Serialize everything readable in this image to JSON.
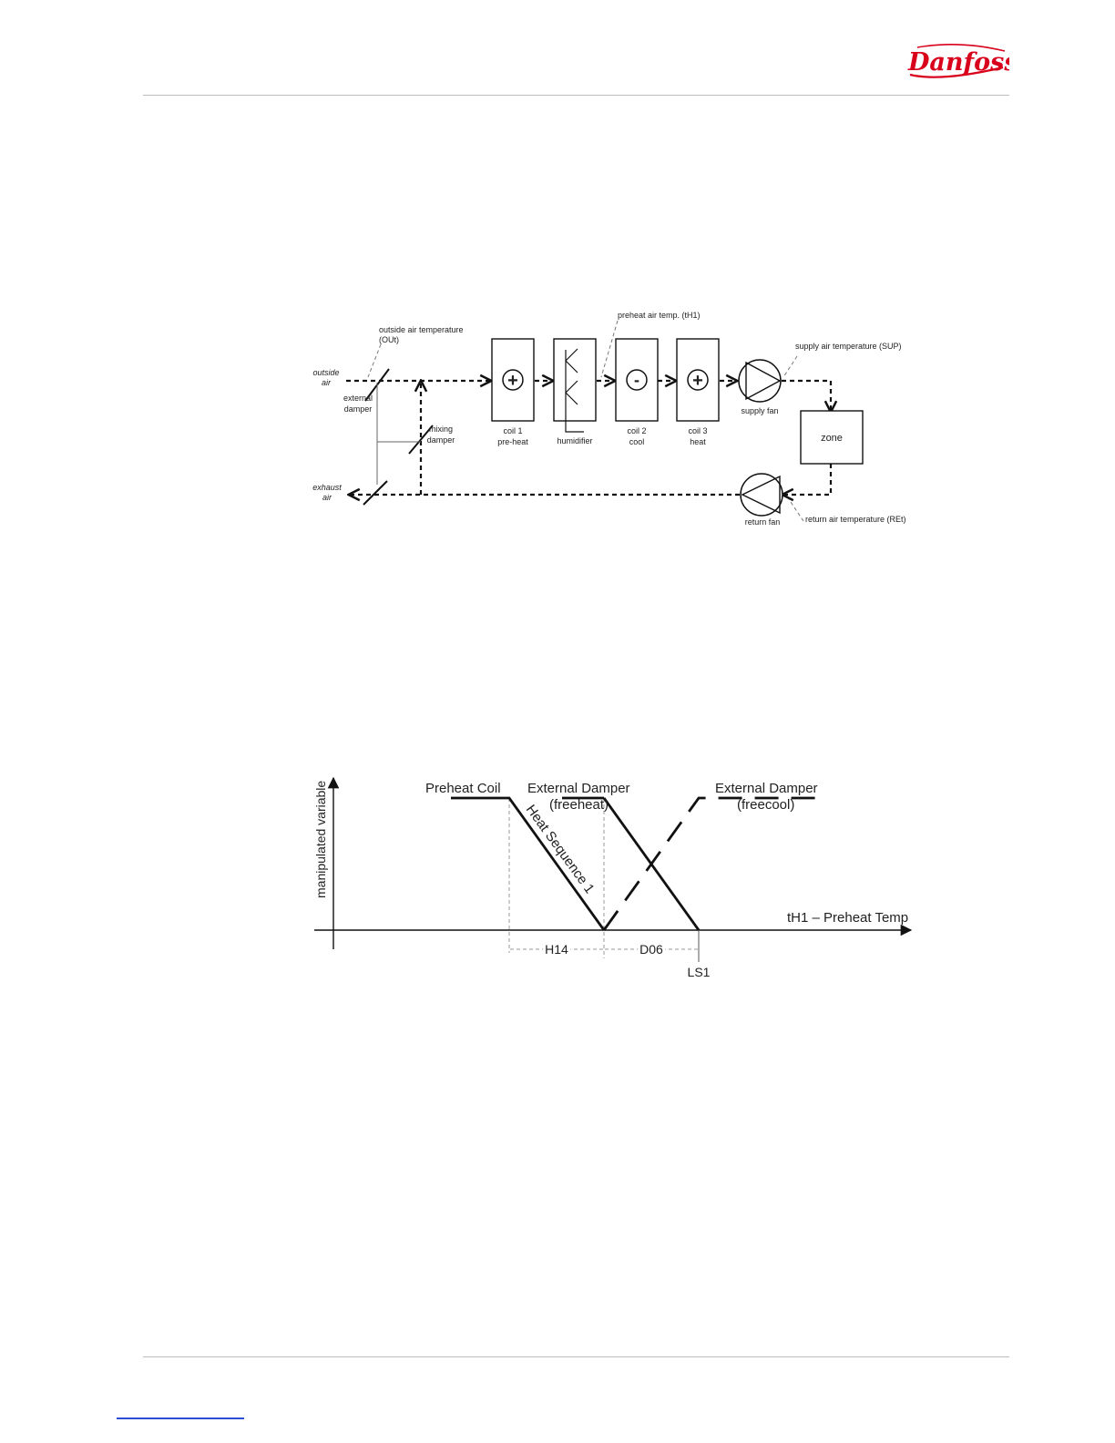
{
  "header": {
    "brand": "Danfoss",
    "brand_color": "#d9001b"
  },
  "diagram": {
    "outside_air": [
      "outside",
      "air"
    ],
    "exhaust_air": [
      "exhaust",
      "air"
    ],
    "outside_temp": [
      "outside air temperature",
      "(OUt)"
    ],
    "external_damper": [
      "external",
      "damper"
    ],
    "mixing_damper": [
      "mixing",
      "damper"
    ],
    "coil1": [
      "coil 1",
      "pre-heat"
    ],
    "humidifier": "humidifier",
    "preheat_temp": "preheat air temp. (tH1)",
    "coil2": [
      "coil 2",
      "cool"
    ],
    "coil3": [
      "coil 3",
      "heat"
    ],
    "coil1_symbol": "+",
    "coil2_symbol": "-",
    "coil3_symbol": "+",
    "supply_fan": "supply fan",
    "supply_temp": "supply air temperature (SUP)",
    "zone": "zone",
    "return_fan": "return fan",
    "return_temp": "return air temperature (REt)"
  },
  "sequence_chart": {
    "y_axis_label": "manipulated variable",
    "x_axis_label": "tH1 – Preheat Temp",
    "preheat_coil": "Preheat Coil",
    "ext_damper_freeheat": [
      "External Damper",
      "(freeheat)"
    ],
    "ext_damper_freecool": [
      "External Damper",
      "(freecool)"
    ],
    "heat_sequence": "Heat Sequence 1",
    "h14": "H14",
    "d06": "D06",
    "ls1": "LS1"
  }
}
